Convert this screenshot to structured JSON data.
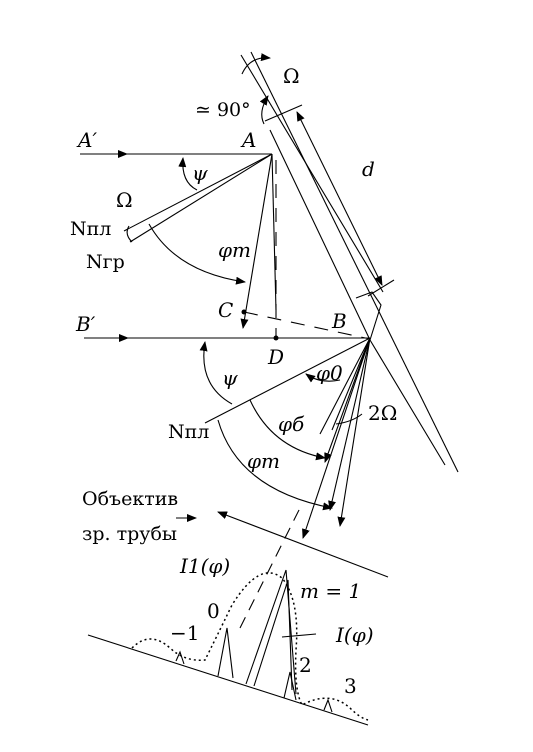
{
  "diagram": {
    "labels": {
      "omega_top": "Ω",
      "angle_90": "≃ 90°",
      "point_A": "A",
      "point_A_prime": "A′",
      "psi_top": "ψ",
      "distance_d": "d",
      "omega_left": "Ω",
      "normal_pl_top": "Nпл",
      "normal_gr": "Nгр",
      "phi_m_top": "φm",
      "point_C": "C",
      "point_B": "B",
      "point_B_prime": "B′",
      "point_D": "D",
      "psi_bottom": "ψ",
      "phi_0": "φ0",
      "two_omega": "2Ω",
      "normal_pl_bottom": "Nпл",
      "phi_b": "φб",
      "phi_m_bottom": "φm",
      "objective_line1": "Объектив",
      "objective_line2": "зр. трубы",
      "intensity_1": "I1(φ)",
      "order_m1": "m = 1",
      "order_0": "0",
      "order_minus1": "−1",
      "intensity": "I(φ)",
      "order_2": "2",
      "order_3": "3"
    }
  }
}
